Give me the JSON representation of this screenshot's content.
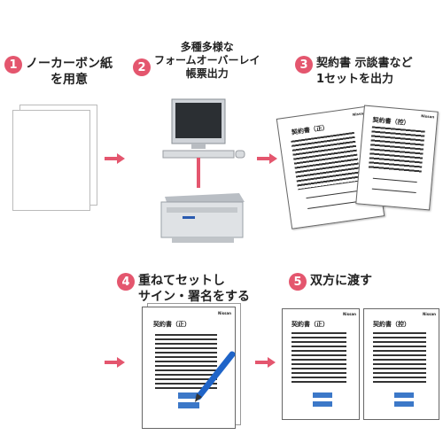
{
  "steps": [
    {
      "number": "1",
      "lines": [
        "ノーカーボン紙",
        "を用意"
      ]
    },
    {
      "number": "2",
      "lines": [
        "多種多様な",
        "フォームオーバーレイ",
        "帳票出力"
      ]
    },
    {
      "number": "3",
      "lines": [
        "契約書 示談書など",
        "1セットを出力"
      ]
    },
    {
      "number": "4",
      "lines": [
        "重ねてセットし",
        "サイン・署名をする"
      ]
    },
    {
      "number": "5",
      "lines": [
        "双方に渡す"
      ]
    }
  ],
  "documents": {
    "contract_title": "契約書（正）",
    "copy_title": "契約書（控）",
    "corner_mark": "Nissan"
  },
  "colors": {
    "accent": "#e4566e",
    "arrow": "#e4566e"
  }
}
